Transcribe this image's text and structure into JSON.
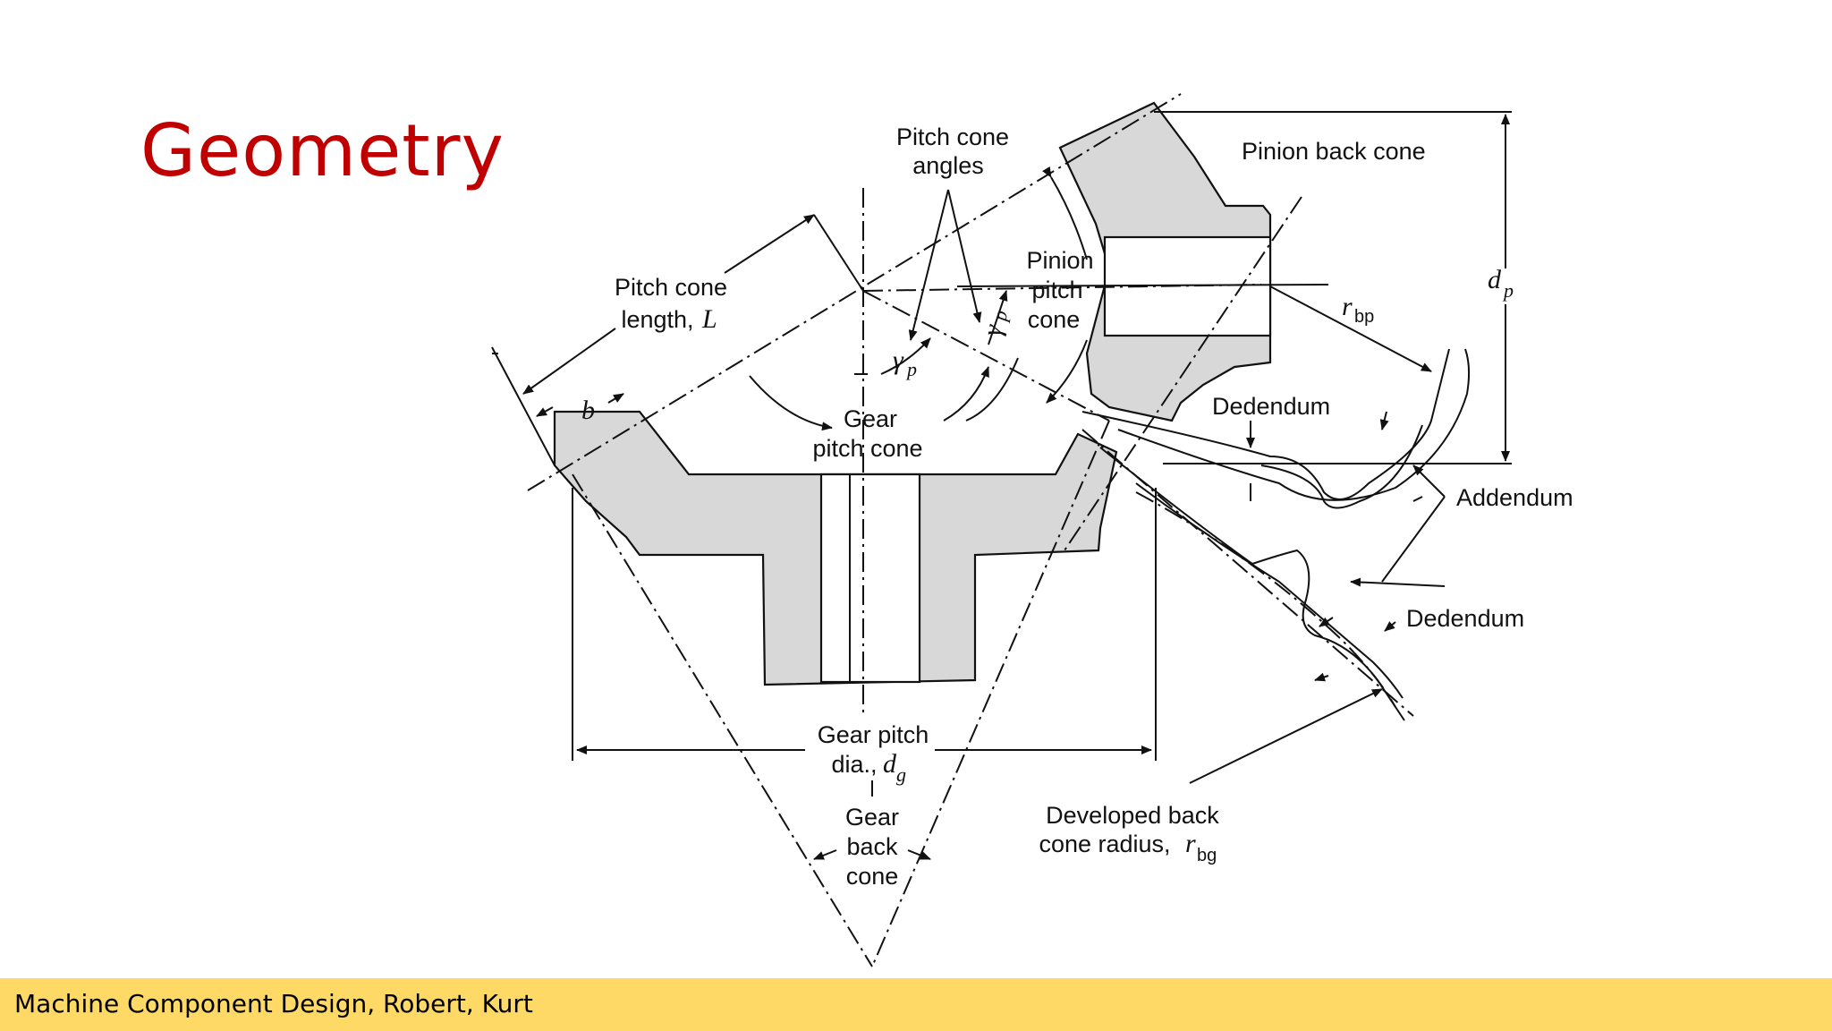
{
  "slide": {
    "title": "Geometry",
    "footer": "Machine Component Design, Robert, Kurt"
  },
  "diagram": {
    "labels": {
      "pitch_cone_angles_1": "Pitch cone",
      "pitch_cone_angles_2": "angles",
      "pinion_back_cone": "Pinion back cone",
      "pitch_cone_length_1": "Pitch cone",
      "pitch_cone_length_2": "length,",
      "pitch_cone_length_sym": "L",
      "pinion_pitch_cone_1": "Pinion",
      "pinion_pitch_cone_2": "pitch",
      "pinion_pitch_cone_3": "cone",
      "dp_sym": "d",
      "dp_sub": "p",
      "rbp_sym": "r",
      "rbp_sub": "bp",
      "b_sym": "b",
      "gamma_p1": "γ",
      "gamma_p1_sub": "p",
      "gamma_p2": "γ",
      "gamma_p2_sub": "p",
      "gear_pitch_cone_1": "Gear",
      "gear_pitch_cone_2": "pitch cone",
      "dedendum_top": "Dedendum",
      "addendum": "Addendum",
      "dedendum_bottom": "Dedendum",
      "gear_pitch_dia_1": "Gear pitch",
      "gear_pitch_dia_2": "dia.,",
      "dg_sym": "d",
      "dg_sub": "g",
      "gear_back_cone_1": "Gear",
      "gear_back_cone_2": "back",
      "gear_back_cone_3": "cone",
      "developed_back_cone_1": "Developed back",
      "developed_back_cone_2": "cone radius,",
      "rbg_sym": "r",
      "rbg_sub": "bg"
    }
  }
}
